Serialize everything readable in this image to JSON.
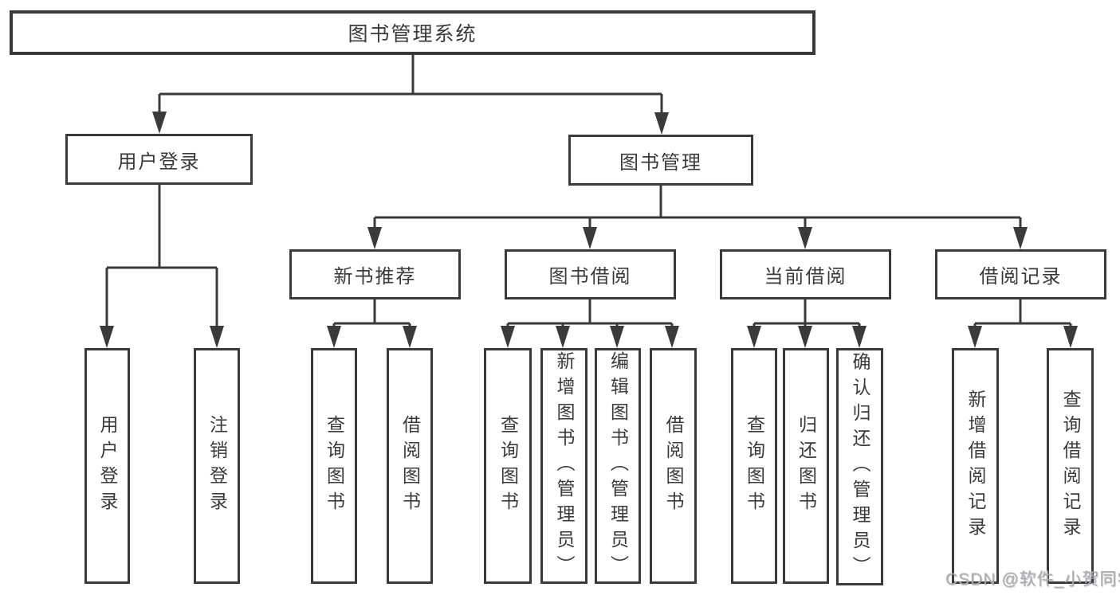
{
  "tree": {
    "root": "图书管理系统",
    "branches": [
      {
        "label": "用户登录",
        "children": [
          "用户登录",
          "注销登录"
        ]
      },
      {
        "label": "图书管理",
        "sections": [
          {
            "label": "新书推荐",
            "children": [
              "查询图书",
              "借阅图书"
            ]
          },
          {
            "label": "图书借阅",
            "children": [
              "查询图书",
              "新增图书（管理员）",
              "编辑图书（管理员）",
              "借阅图书"
            ]
          },
          {
            "label": "当前借阅",
            "children": [
              "查询图书",
              "归还图书",
              "确认归还（管理员）"
            ]
          },
          {
            "label": "借阅记录",
            "children": [
              "新增借阅记录",
              "查询借阅记录"
            ]
          }
        ]
      }
    ]
  },
  "watermark": {
    "text": "CSDN @软件_小贺同学"
  },
  "colors": {
    "line": "#3a3a3a",
    "text": "#3a3a3a",
    "watermark": "#aaadb2",
    "bg": "#ffffff"
  }
}
